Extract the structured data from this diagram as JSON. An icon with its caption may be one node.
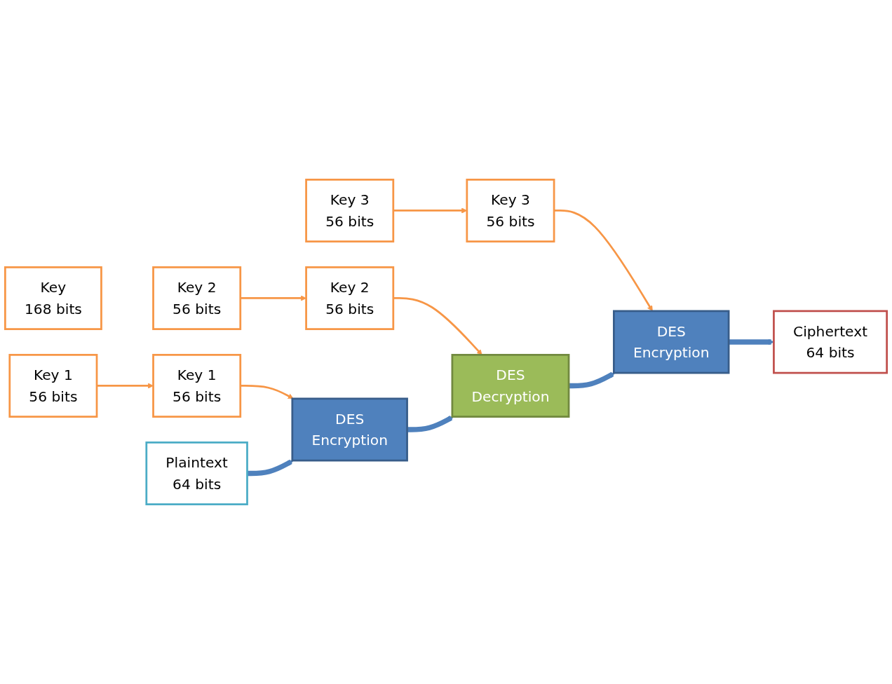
{
  "diagram": {
    "nodes": [
      {
        "text": [
          "Key",
          "168 bits"
        ]
      },
      {
        "text": [
          "Key 1",
          "56 bits"
        ]
      },
      {
        "text": [
          "Key 2",
          "56 bits"
        ]
      },
      {
        "text": [
          "Key 3",
          "56 bits"
        ]
      },
      {
        "text": [
          "Plaintext",
          "64 bits"
        ]
      },
      {
        "text": [
          "Key 1",
          "56 bits"
        ]
      },
      {
        "text": [
          "DES",
          "Encryption"
        ]
      },
      {
        "text": [
          "Key 2",
          "56 bits"
        ]
      },
      {
        "text": [
          "DES",
          "Decryption"
        ]
      },
      {
        "text": [
          "Key 3",
          "56 bits"
        ]
      },
      {
        "text": [
          "DES",
          "Encryption"
        ]
      },
      {
        "text": [
          "Ciphertext",
          "64 bits"
        ]
      }
    ],
    "edges": [
      {
        "from": 1,
        "to": 5,
        "arrow": "to"
      },
      {
        "from": 5,
        "to": 6,
        "arrow": "to"
      },
      {
        "from": 2,
        "to": 7,
        "arrow": "to"
      },
      {
        "from": 7,
        "to": 8,
        "arrow": "to"
      },
      {
        "from": 3,
        "to": 9,
        "arrow": "to"
      },
      {
        "from": 9,
        "to": 10,
        "arrow": "to"
      },
      {
        "from": 4,
        "to": 6,
        "arrow": "to",
        "style": "thick",
        "color": "#4f81bd"
      },
      {
        "from": 6,
        "to": 8,
        "arrow": "to",
        "style": "thick",
        "color": "#4f81bd"
      },
      {
        "from": 8,
        "to": 10,
        "arrow": "to",
        "style": "thick",
        "color": "#4f81bd"
      },
      {
        "from": 10,
        "to": 11,
        "arrow": "to",
        "style": "thick",
        "color": "#4f81bd"
      }
    ]
  }
}
